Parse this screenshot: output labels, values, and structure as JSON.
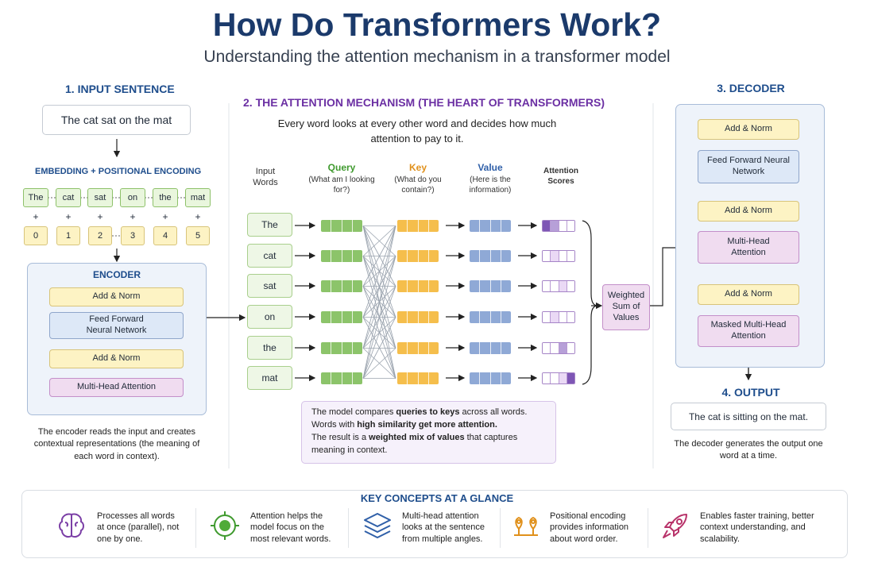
{
  "header": {
    "title": "How Do Transformers Work?",
    "subtitle": "Understanding the attention mechanism in a transformer model"
  },
  "input": {
    "heading": "1. INPUT SENTENCE",
    "sentence": "The cat sat on the mat",
    "embedding_heading": "EMBEDDING + POSITIONAL ENCODING",
    "tokens": [
      "The",
      "cat",
      "sat",
      "on",
      "the",
      "mat"
    ],
    "plus": "+",
    "positions": [
      "0",
      "1",
      "2",
      "3",
      "4",
      "5"
    ]
  },
  "encoder": {
    "heading": "ENCODER",
    "add_norm_top": "Add & Norm",
    "feed_forward": "Feed Forward Neural Network",
    "add_norm_bottom": "Add & Norm",
    "attention": "Multi-Head Attention",
    "caption": "The encoder reads the input and creates contextual representations (the meaning of each word in context)."
  },
  "attention": {
    "heading": "2.  THE ATTENTION MECHANISM (THE HEART OF TRANSFORMERS)",
    "intro": "Every word looks at every other word and decides how much attention to pay to it.",
    "col_input": "Input Words",
    "col_query": "Query",
    "col_query_sub": "(What am I looking for?)",
    "col_key": "Key",
    "col_key_sub": "(What do you contain?)",
    "col_value": "Value",
    "col_value_sub": "(Here is the information)",
    "col_scores": "Attention Scores",
    "words": [
      "The",
      "cat",
      "sat",
      "on",
      "the",
      "mat"
    ],
    "weighted_sum": "Weighted Sum of Values",
    "note_1a": "The model compares ",
    "note_1b": "queries to keys",
    "note_1c": " across all words.",
    "note_2a": "Words with ",
    "note_2b": "high similarity get more attention.",
    "note_3a": "The result is a ",
    "note_3b": "weighted mix of values",
    "note_3c": " that captures meaning in context."
  },
  "decoder": {
    "heading": "3. DECODER",
    "add_norm_1": "Add & Norm",
    "feed_forward": "Feed Forward Neural Network",
    "add_norm_2": "Add & Norm",
    "multi_head": "Multi-Head Attention",
    "add_norm_3": "Add & Norm",
    "masked": "Masked Multi-Head Attention"
  },
  "output": {
    "heading": "4. OUTPUT",
    "sentence": "The cat is sitting on the mat.",
    "caption": "The decoder generates the output one word at a time."
  },
  "key_concepts": {
    "heading": "KEY CONCEPTS AT A GLANCE",
    "items": [
      {
        "icon": "brain-icon",
        "text": "Processes all words at once (parallel), not one by one."
      },
      {
        "icon": "target-icon",
        "text": "Attention helps the model focus on the most relevant words."
      },
      {
        "icon": "layers-icon",
        "text": "Multi-head attention looks at the sentence from multiple angles."
      },
      {
        "icon": "location-pins-icon",
        "text": "Positional encoding provides information about word order."
      },
      {
        "icon": "rocket-icon",
        "text": "Enables faster training, better context understanding, and scalability."
      }
    ]
  },
  "colors": {
    "title": "#1b3a6b",
    "accent_purple": "#6b2fa3",
    "query": "#8cc46a",
    "key": "#f5be4c",
    "value": "#8fa9d6",
    "attention": "#a584c7"
  }
}
